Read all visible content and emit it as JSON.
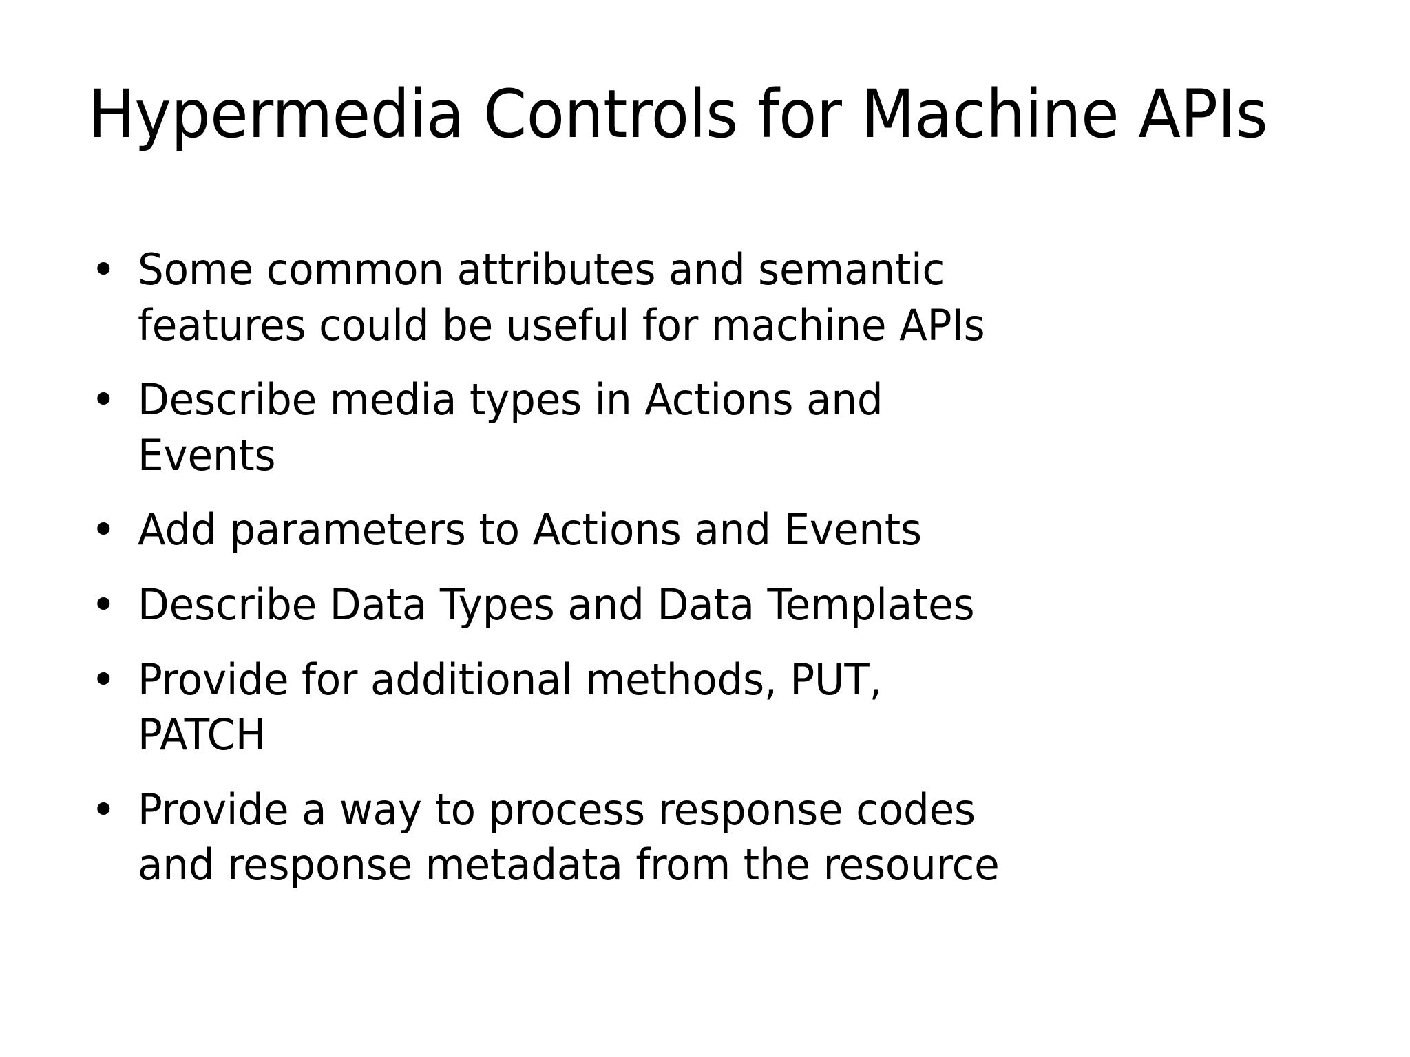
{
  "slide": {
    "background_color": "#ffffff",
    "text_color": "#000000",
    "title": "Hypermedia Controls for Machine APIs",
    "bullet_glyph": "•",
    "bullets": [
      {
        "text": "Some common attributes and semantic features could be useful for machine APIs"
      },
      {
        "text": "Describe media types in Actions and Events"
      },
      {
        "text": "Add parameters to Actions and Events"
      },
      {
        "text": "Describe Data Types and Data Templates"
      },
      {
        "text": "Provide for additional methods, PUT, PATCH"
      },
      {
        "text": "Provide a way to process response codes and response metadata from the resource"
      }
    ]
  }
}
